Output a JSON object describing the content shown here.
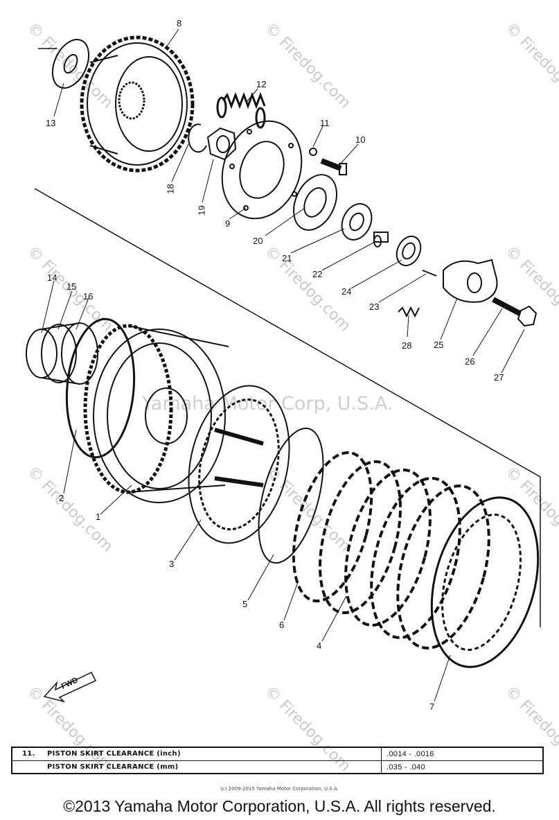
{
  "watermark": {
    "text": "© Firedog.com",
    "center_text": "Yamaha Motor Corp, U.S.A."
  },
  "callouts": [
    "8",
    "12",
    "13",
    "11",
    "10",
    "18",
    "19",
    "9",
    "20",
    "21",
    "22",
    "24",
    "23",
    "28",
    "25",
    "26",
    "27",
    "14",
    "15",
    "16",
    "2",
    "1",
    "3",
    "5",
    "6",
    "4",
    "7"
  ],
  "fwd_label": "FWD",
  "spec_table": {
    "rows": [
      {
        "number": "11.",
        "label": "PISTON SKIRT CLEARANCE (inch)",
        "value": ".0014 - .0016"
      },
      {
        "number": "",
        "label": "PISTON SKIRT CLEARANCE (mm)",
        "value": ".035 - .040"
      }
    ]
  },
  "small_copyright": "(c) 2009-2015 Yamaha Motor Corporation, U.S.A.",
  "copyright": "©2013 Yamaha Motor Corporation, U.S.A. All rights reserved."
}
